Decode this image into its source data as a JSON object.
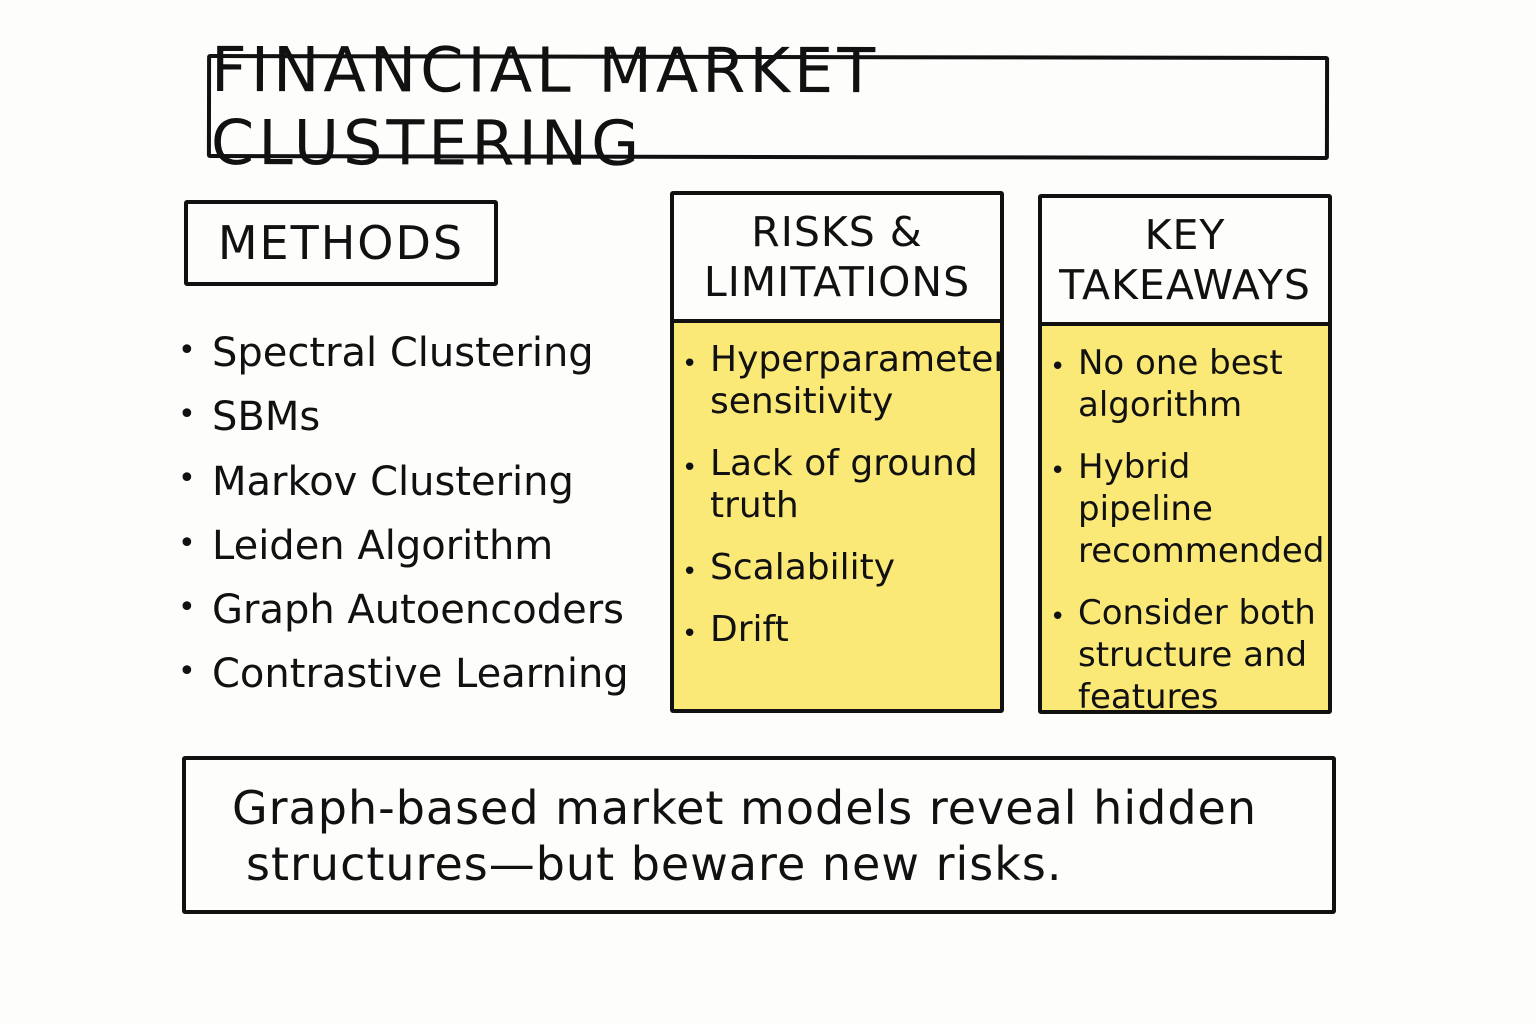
{
  "title": "FINANCIAL MARKET CLUSTERING",
  "methods": {
    "heading": "METHODS",
    "items": [
      "Spectral Clustering",
      "SBMs",
      "Markov Clustering",
      "Leiden Algorithm",
      "Graph Autoencoders",
      "Contrastive Learning"
    ]
  },
  "risks": {
    "heading_line1": "RISKS &",
    "heading_line2": "LIMITATIONS",
    "items": [
      "Hyperparameter sensitivity",
      "Lack of ground truth",
      "Scalability",
      "Drift"
    ]
  },
  "takeaways": {
    "heading_line1": "KEY",
    "heading_line2": "TAKEAWAYS",
    "items": [
      "No one best algorithm",
      "Hybrid pipeline recommended",
      "Consider both structure and features"
    ]
  },
  "summary": {
    "line1": "Graph-based market models reveal hidden",
    "line2": "structures—but beware new risks."
  },
  "colors": {
    "highlight": "#fbe977",
    "ink": "#111111",
    "paper": "#fdfdfb"
  }
}
